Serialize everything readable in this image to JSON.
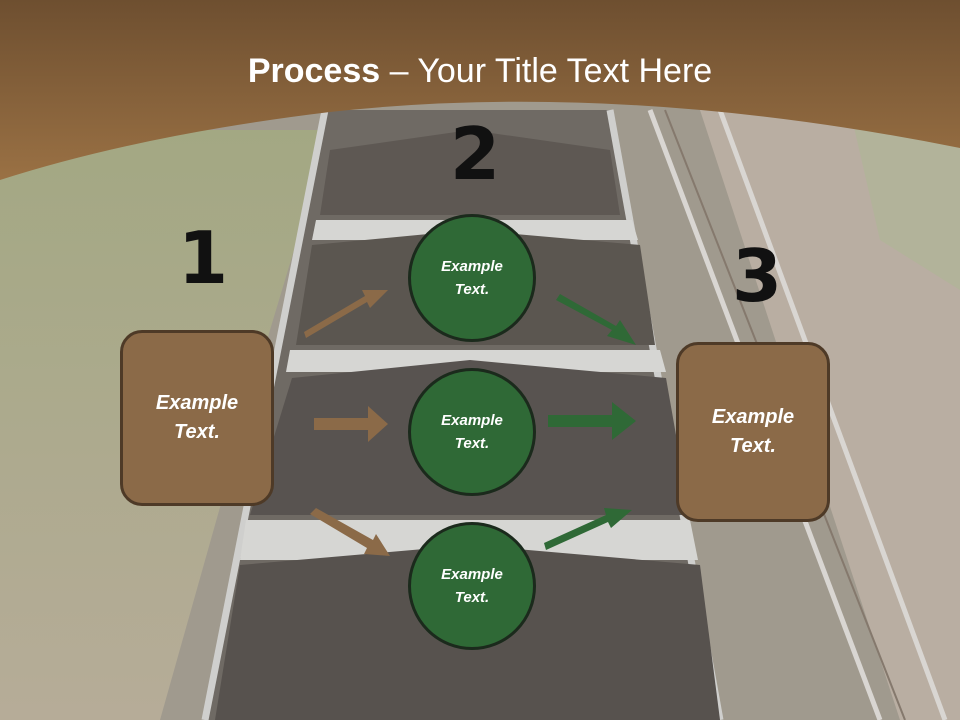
{
  "title": {
    "bold": "Process",
    "rest": " – Your Title Text Here"
  },
  "steps": [
    {
      "number": "1",
      "text": "Example\nText."
    },
    {
      "number": "2",
      "text": "Example\nText."
    },
    {
      "number": "3",
      "text": "Example\nText."
    }
  ],
  "circles": [
    {
      "text": "Example\nText."
    },
    {
      "text": "Example\nText."
    },
    {
      "text": "Example\nText."
    }
  ],
  "colors": {
    "header": "#7a5733",
    "box": "#8b6a48",
    "circle": "#2f6936",
    "arrow_brown": "#8b6a48",
    "arrow_green": "#2f6936"
  }
}
